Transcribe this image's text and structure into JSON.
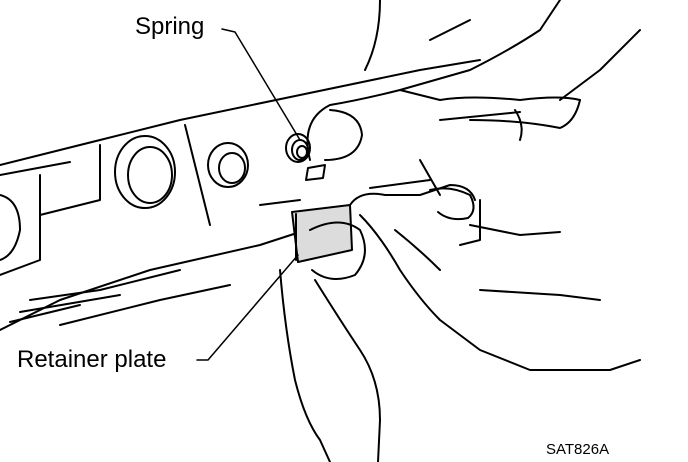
{
  "labels": {
    "spring": "Spring",
    "retainer_plate": "Retainer plate",
    "figure_code": "SAT826A"
  },
  "colors": {
    "line": "#000000",
    "background": "#ffffff"
  }
}
